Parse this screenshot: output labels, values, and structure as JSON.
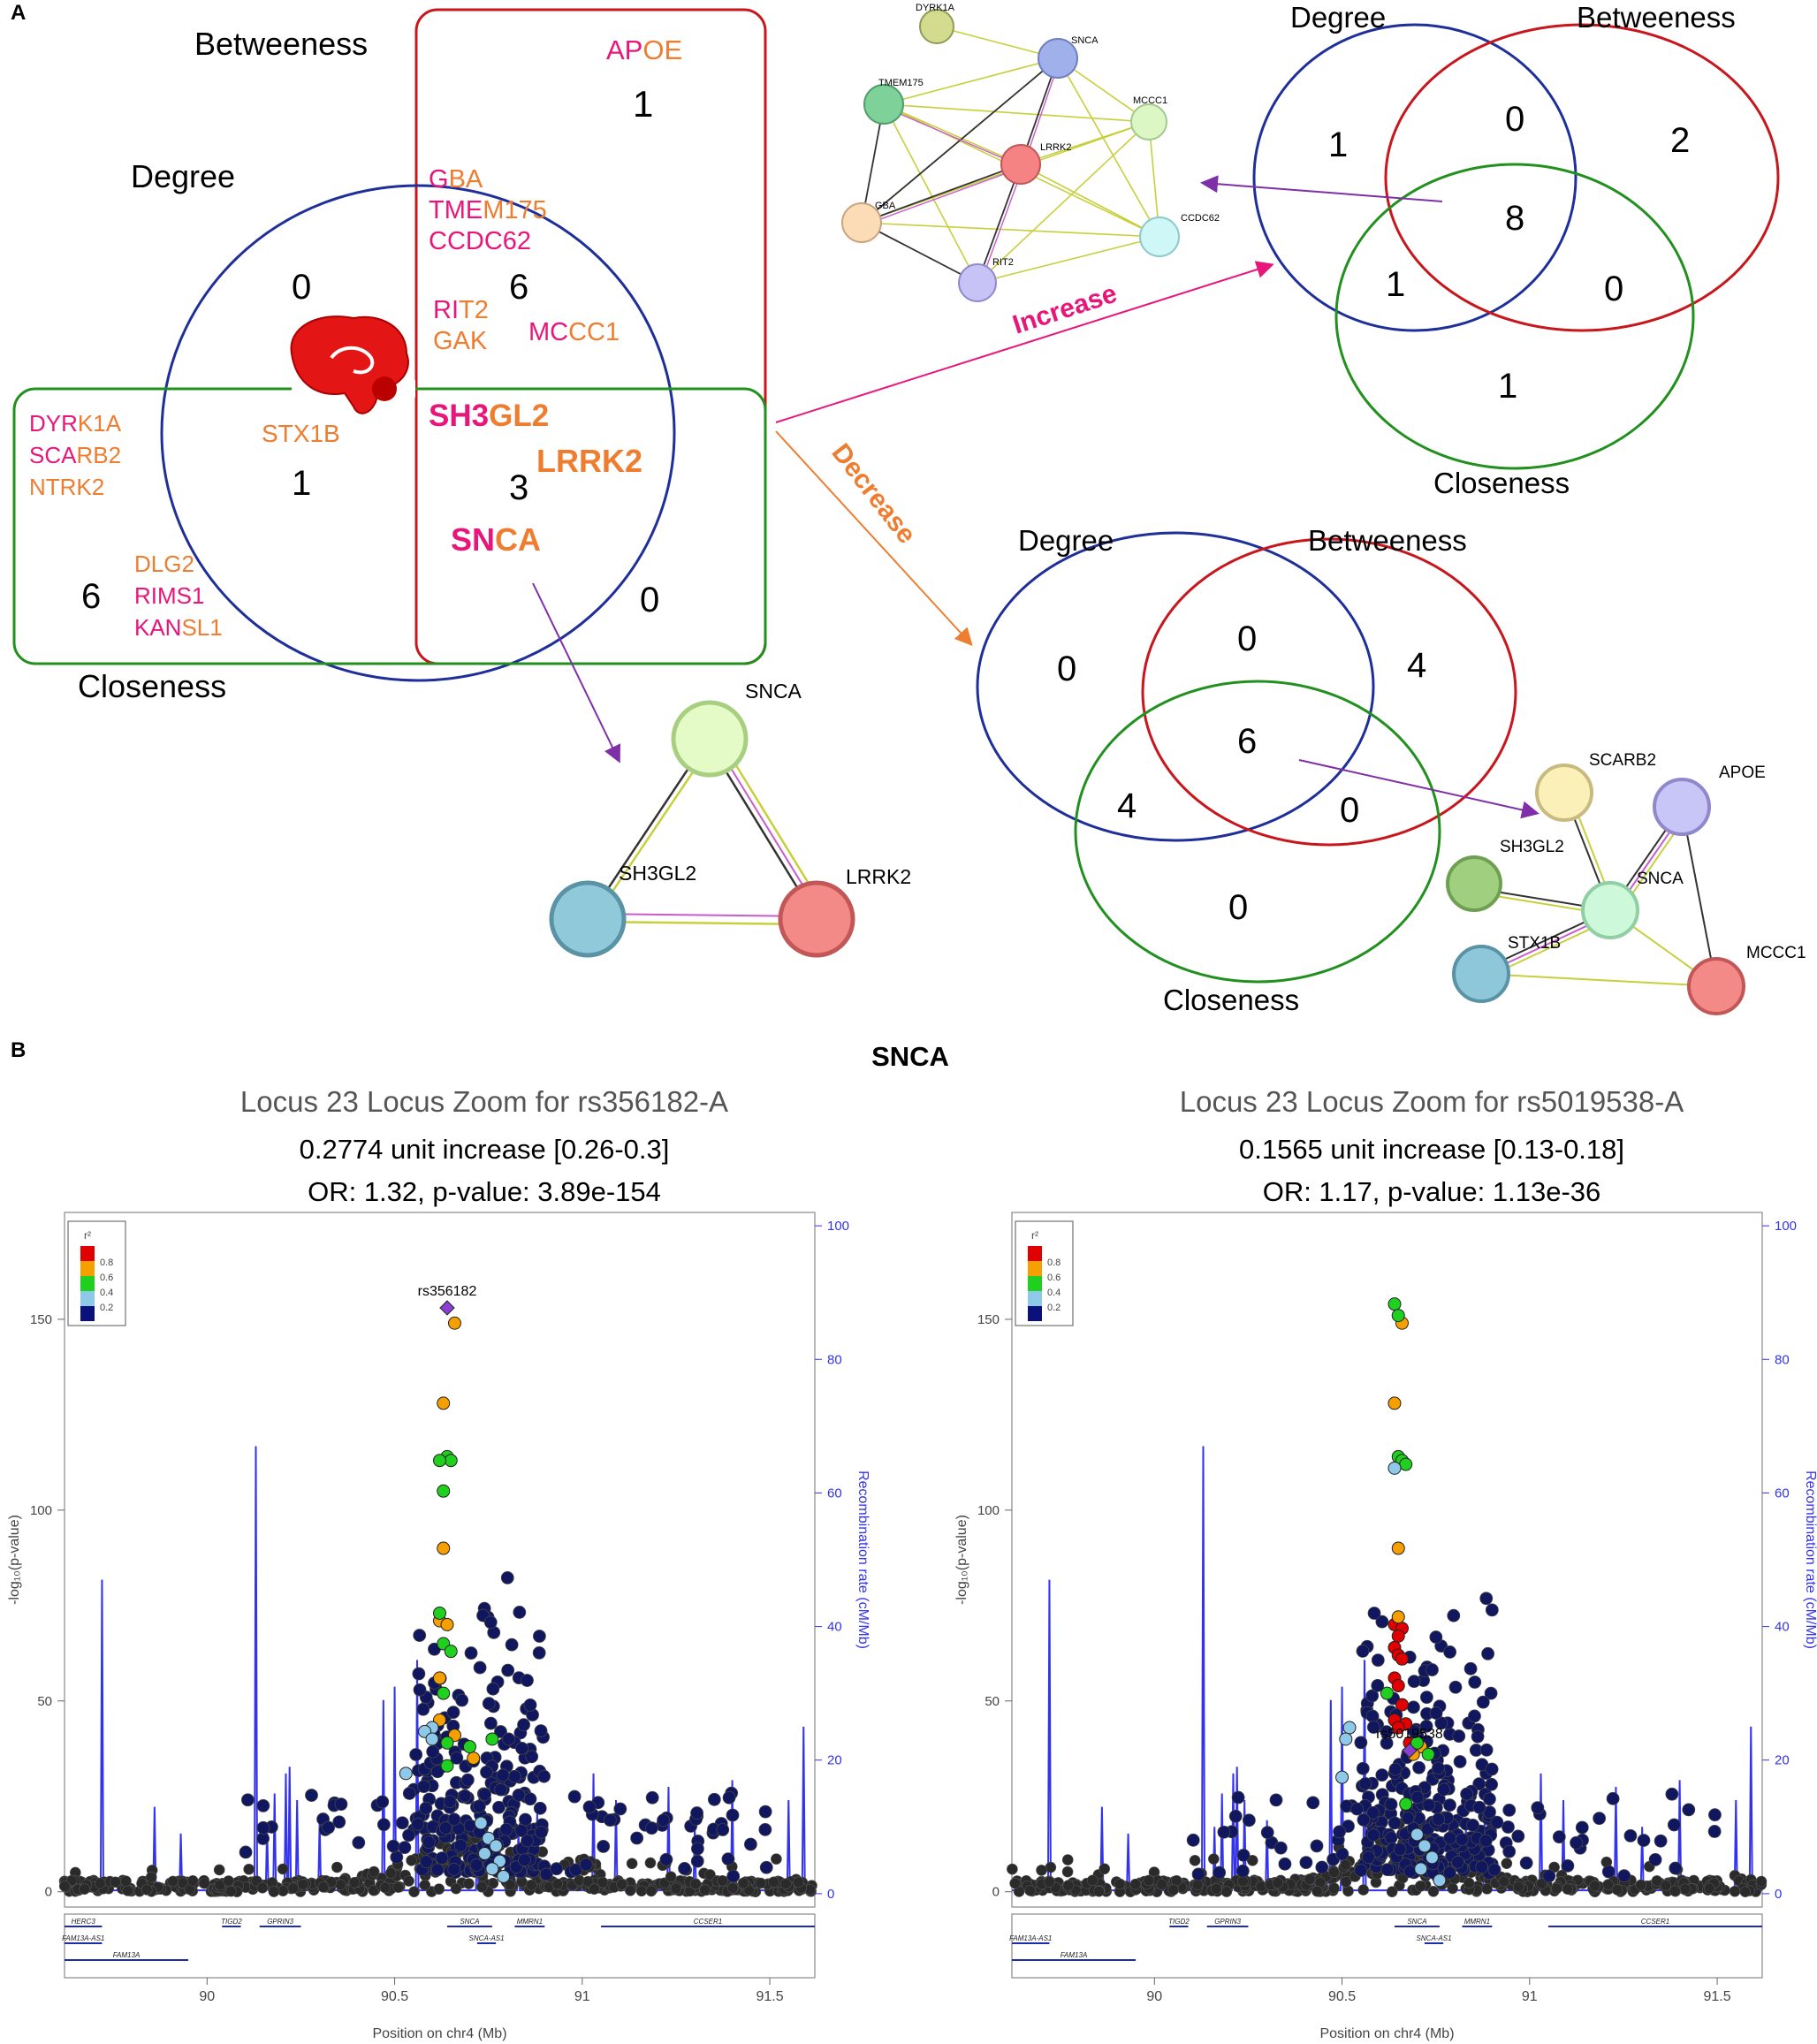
{
  "colors": {
    "blue": "#1f2f9a",
    "red": "#c8161d",
    "green": "#22901e",
    "pink": "#e8167a",
    "orange": "#ee7d30",
    "purple": "#7f2fa8",
    "recomb": "#3333ee",
    "navy": "#10175e"
  },
  "panel_labels": {
    "a": "A",
    "b": "B"
  },
  "venn_main": {
    "labels": {
      "betweeness": "Betweeness",
      "degree": "Degree",
      "closeness": "Closeness"
    },
    "counts": {
      "degree_only": "0",
      "betweeness_only": "1",
      "closeness_only": "6",
      "degree_betweeness": "6",
      "degree_closeness": "1",
      "betweeness_closeness": "0",
      "all": "3"
    },
    "genes": {
      "apoe": [
        {
          "t": "AP",
          "c": "pink"
        },
        {
          "t": "OE",
          "c": "orange"
        }
      ],
      "gba": [
        {
          "t": "G",
          "c": "pink"
        },
        {
          "t": "BA",
          "c": "orange"
        }
      ],
      "tmem175": [
        {
          "t": "TME",
          "c": "pink"
        },
        {
          "t": "M175",
          "c": "orange"
        }
      ],
      "ccdc62": [
        {
          "t": "CCDC62",
          "c": "pink"
        }
      ],
      "rit2": [
        {
          "t": "RI",
          "c": "pink"
        },
        {
          "t": "T2",
          "c": "orange"
        }
      ],
      "gak": [
        {
          "t": "GAK",
          "c": "orange"
        }
      ],
      "mccc1": [
        {
          "t": "MC",
          "c": "pink"
        },
        {
          "t": "CC1",
          "c": "orange"
        }
      ],
      "stx1b": [
        {
          "t": "STX1B",
          "c": "orange"
        }
      ],
      "dyrk1a": [
        {
          "t": "DYR",
          "c": "pink"
        },
        {
          "t": "K1A",
          "c": "orange"
        }
      ],
      "scarb2": [
        {
          "t": "SCA",
          "c": "pink"
        },
        {
          "t": "RB2",
          "c": "orange"
        }
      ],
      "ntrk2": [
        {
          "t": "NTRK2",
          "c": "orange"
        }
      ],
      "dlg2": [
        {
          "t": "DLG2",
          "c": "orange"
        }
      ],
      "rims1": [
        {
          "t": "RIMS1",
          "c": "pink"
        }
      ],
      "kansl1": [
        {
          "t": "KAN",
          "c": "pink"
        },
        {
          "t": "SL1",
          "c": "orange"
        }
      ],
      "sh3gl2": [
        {
          "t": "SH3",
          "c": "pink"
        },
        {
          "t": "GL2",
          "c": "orange"
        }
      ],
      "lrrk2": [
        {
          "t": "LRRK2",
          "c": "orange"
        }
      ],
      "snca": [
        {
          "t": "SN",
          "c": "pink"
        },
        {
          "t": "CA",
          "c": "orange"
        }
      ]
    }
  },
  "arrows": {
    "increase": "Increase",
    "decrease": "Decrease"
  },
  "venn_increase": {
    "labels": {
      "degree": "Degree",
      "betweeness": "Betweeness",
      "closeness": "Closeness"
    },
    "counts": {
      "d": "1",
      "db": "0",
      "b": "2",
      "all": "8",
      "dc": "1",
      "bc": "0",
      "c": "1"
    }
  },
  "venn_decrease": {
    "labels": {
      "degree": "Degree",
      "betweeness": "Betweeness",
      "closeness": "Closeness"
    },
    "counts": {
      "d": "0",
      "db": "0",
      "b": "4",
      "all": "6",
      "dc": "4",
      "bc": "0",
      "c": "0"
    }
  },
  "network_top": {
    "nodes": [
      "DYRK1A",
      "SNCA",
      "TMEM175",
      "MCCC1",
      "LRRK2",
      "GBA",
      "CCDC62",
      "RIT2"
    ]
  },
  "network_triangle": {
    "nodes": [
      "SNCA",
      "SH3GL2",
      "LRRK2"
    ]
  },
  "network_right": {
    "nodes": [
      "SCARB2",
      "APOE",
      "SH3GL2",
      "SNCA",
      "STX1B",
      "MCCC1"
    ]
  },
  "panel_b": {
    "gene_title": "SNCA",
    "r2_label": "r²",
    "legend_ticks": [
      "0.8",
      "0.6",
      "0.4",
      "0.2"
    ],
    "plots": [
      {
        "title": "Locus 23 Locus Zoom for rs356182-A",
        "line2": "0.2774 unit increase [0.26-0.3]",
        "line3": "OR: 1.32, p-value: 3.89e-154",
        "lead_label": "rs356182",
        "ylabel": "-log₁₀(p-value)",
        "y2label": "Recombination rate (cM/Mb)",
        "xlabel": "Position on chr4 (Mb)",
        "yticks": [
          "0",
          "50",
          "100",
          "150"
        ],
        "y2ticks": [
          "0",
          "20",
          "40",
          "60",
          "80",
          "100"
        ],
        "xticks": [
          "90",
          "90.5",
          "91",
          "91.5"
        ],
        "genes": [
          "HERC3",
          "FAM13A-AS1",
          "FAM13A",
          "TIGD2",
          "GPRIN3",
          "SNCA",
          "MMRN1",
          "SNCA-AS1",
          "CCSER1"
        ]
      },
      {
        "title": "Locus 23 Locus Zoom for rs5019538-A",
        "line2": "0.1565 unit increase [0.13-0.18]",
        "line3": "OR: 1.17, p-value: 1.13e-36",
        "lead_label": "rs5019538",
        "ylabel": "-log₁₀(p-value)",
        "y2label": "Recombination rate (cM/Mb)",
        "xlabel": "Position on chr4 (Mb)",
        "yticks": [
          "0",
          "50",
          "100",
          "150"
        ],
        "y2ticks": [
          "0",
          "20",
          "40",
          "60",
          "80",
          "100"
        ],
        "xticks": [
          "90",
          "90.5",
          "91",
          "91.5"
        ],
        "genes": [
          "FAM13A-AS1",
          "FAM13A",
          "TIGD2",
          "GPRIN3",
          "SNCA",
          "MMRN1",
          "SNCA-AS1",
          "CCSER1"
        ]
      }
    ]
  },
  "chart_data": [
    {
      "type": "scatter",
      "title": "Locus 23 Locus Zoom for rs356182-A",
      "xlabel": "Position on chr4 (Mb)",
      "ylabel": "-log10(p-value)",
      "xlim": [
        89.62,
        91.62
      ],
      "ylim": [
        -4,
        178
      ],
      "y2label": "Recombination rate (cM/Mb)",
      "y2lim": [
        -2,
        102
      ],
      "lead": {
        "label": "rs356182",
        "x": 90.64,
        "y": 153
      },
      "series": [
        {
          "name": "0.8",
          "values": []
        },
        {
          "name": "0.6",
          "values": [
            [
              90.66,
              149
            ],
            [
              90.63,
              128
            ],
            [
              90.63,
              90
            ],
            [
              90.62,
              71
            ],
            [
              90.64,
              70
            ],
            [
              90.62,
              56
            ],
            [
              90.62,
              45
            ],
            [
              90.66,
              41
            ],
            [
              90.71,
              35
            ]
          ]
        },
        {
          "name": "0.4",
          "values": [
            [
              90.64,
              114
            ],
            [
              90.65,
              113
            ],
            [
              90.62,
              113
            ],
            [
              90.63,
              105
            ],
            [
              90.62,
              73
            ],
            [
              90.63,
              65
            ],
            [
              90.65,
              63
            ],
            [
              90.63,
              52
            ],
            [
              90.64,
              39
            ],
            [
              90.7,
              38
            ],
            [
              90.76,
              40
            ],
            [
              90.64,
              33
            ]
          ]
        },
        {
          "name": "0.2",
          "values": [
            [
              90.6,
              43
            ],
            [
              90.58,
              42
            ],
            [
              90.6,
              40
            ],
            [
              90.53,
              31
            ],
            [
              90.73,
              18
            ],
            [
              90.75,
              14
            ],
            [
              90.77,
              12
            ],
            [
              90.74,
              10
            ],
            [
              90.78,
              8
            ],
            [
              90.76,
              6
            ],
            [
              90.79,
              4
            ]
          ]
        }
      ],
      "recombination_peaks": [
        [
          89.72,
          47
        ],
        [
          89.86,
          13
        ],
        [
          89.93,
          9
        ],
        [
          90.13,
          67
        ],
        [
          90.16,
          10
        ],
        [
          90.18,
          15
        ],
        [
          90.21,
          18
        ],
        [
          90.22,
          19
        ],
        [
          90.24,
          14
        ],
        [
          90.3,
          11
        ],
        [
          90.47,
          29
        ],
        [
          90.5,
          31
        ],
        [
          90.56,
          35
        ],
        [
          90.72,
          7
        ],
        [
          90.83,
          10
        ],
        [
          90.88,
          12
        ],
        [
          91.03,
          18
        ],
        [
          91.09,
          14
        ],
        [
          91.23,
          16
        ],
        [
          91.3,
          10
        ],
        [
          91.4,
          17
        ],
        [
          91.55,
          14
        ],
        [
          91.59,
          25
        ]
      ]
    },
    {
      "type": "scatter",
      "title": "Locus 23 Locus Zoom for rs5019538-A",
      "xlabel": "Position on chr4 (Mb)",
      "ylabel": "-log10(p-value)",
      "xlim": [
        89.62,
        91.62
      ],
      "ylim": [
        -4,
        178
      ],
      "y2label": "Recombination rate (cM/Mb)",
      "y2lim": [
        -2,
        102
      ],
      "lead": {
        "label": "rs5019538",
        "x": 90.68,
        "y": 37
      },
      "series": [
        {
          "name": "0.8",
          "values": [
            [
              90.64,
              70
            ],
            [
              90.66,
              69
            ],
            [
              90.65,
              67
            ],
            [
              90.64,
              64
            ],
            [
              90.65,
              62
            ],
            [
              90.66,
              61
            ],
            [
              90.64,
              56
            ],
            [
              90.65,
              54
            ],
            [
              90.66,
              49
            ],
            [
              90.64,
              45
            ],
            [
              90.67,
              44
            ],
            [
              90.65,
              43
            ],
            [
              90.68,
              39
            ]
          ]
        },
        {
          "name": "0.6",
          "values": [
            [
              90.66,
              149
            ],
            [
              90.64,
              128
            ],
            [
              90.65,
              90
            ],
            [
              90.65,
              72
            ],
            [
              90.71,
              38
            ],
            [
              90.69,
              36
            ]
          ]
        },
        {
          "name": "0.4",
          "values": [
            [
              90.64,
              154
            ],
            [
              90.65,
              151
            ],
            [
              90.65,
              114
            ],
            [
              90.66,
              113
            ],
            [
              90.67,
              112
            ],
            [
              90.62,
              52
            ],
            [
              90.73,
              36
            ],
            [
              90.7,
              39
            ],
            [
              90.67,
              23
            ]
          ]
        },
        {
          "name": "0.2",
          "values": [
            [
              90.64,
              111
            ],
            [
              90.52,
              43
            ],
            [
              90.51,
              40
            ],
            [
              90.5,
              30
            ],
            [
              90.7,
              15
            ],
            [
              90.72,
              12
            ],
            [
              90.74,
              9
            ],
            [
              90.71,
              6
            ],
            [
              90.76,
              3
            ]
          ]
        }
      ],
      "recombination_peaks": [
        [
          89.72,
          47
        ],
        [
          89.86,
          13
        ],
        [
          89.93,
          9
        ],
        [
          90.13,
          67
        ],
        [
          90.16,
          10
        ],
        [
          90.18,
          15
        ],
        [
          90.21,
          18
        ],
        [
          90.22,
          19
        ],
        [
          90.24,
          14
        ],
        [
          90.3,
          11
        ],
        [
          90.47,
          29
        ],
        [
          90.5,
          31
        ],
        [
          90.56,
          35
        ],
        [
          90.72,
          7
        ],
        [
          90.83,
          10
        ],
        [
          90.88,
          12
        ],
        [
          91.03,
          18
        ],
        [
          91.09,
          14
        ],
        [
          91.23,
          16
        ],
        [
          91.3,
          10
        ],
        [
          91.4,
          17
        ],
        [
          91.55,
          14
        ],
        [
          91.59,
          25
        ]
      ]
    }
  ]
}
